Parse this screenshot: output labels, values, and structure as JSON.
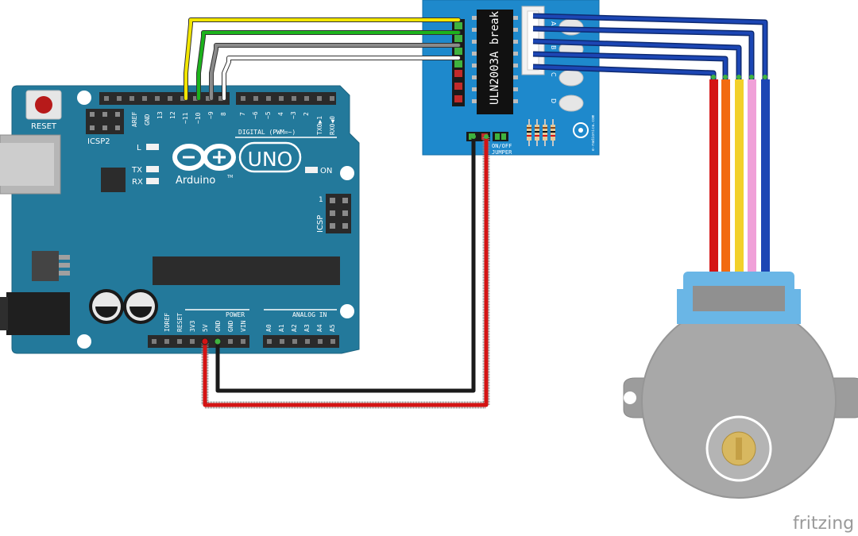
{
  "arduino": {
    "reset_label": "RESET",
    "icsp2_label": "ICSP2",
    "icsp_label": "ICSP",
    "icsp_pin1": "1",
    "l_label": "L",
    "tx_label": "TX",
    "rx_label": "RX",
    "on_label": "ON",
    "logo_name": "Arduino",
    "logo_tm": "TM",
    "uno_label": "UNO",
    "digital_label": "DIGITAL (PWM=~)",
    "aref": "AREF",
    "gnd_top": "GND",
    "pin13": "13",
    "pin12": "12",
    "pin11": "~11",
    "pin10": "~10",
    "pin9": "~9",
    "pin8": "8",
    "pin7": "7",
    "pin6": "~6",
    "pin5": "~5",
    "pin4": "4",
    "pin3": "~3",
    "pin2": "2",
    "pin1": "TX0▶1",
    "pin0": "RX0◀0",
    "power_label": "POWER",
    "analog_label": "ANALOG IN",
    "ioref": "IOREF",
    "reset_pin": "RESET",
    "v33": "3V3",
    "v5": "5V",
    "gnd_a": "GND",
    "gnd_b": "GND",
    "vin": "VIN",
    "a0": "A0",
    "a1": "A1",
    "a2": "A2",
    "a3": "A3",
    "a4": "A4",
    "a5": "A5"
  },
  "driver": {
    "chip_label": "ULN2003A break",
    "led_a": "A",
    "led_b": "B",
    "led_c": "C",
    "led_d": "D",
    "jumper_on_off": "ON/OFF",
    "jumper_label": "JUMPER",
    "brand": "e-radionica.com"
  },
  "watermark": {
    "text": "fritzing"
  },
  "colors": {
    "board": "#23799b",
    "driver": "#1e89cc",
    "wire_yellow": "#f2e600",
    "wire_green": "#1cb31c",
    "wire_gray": "#8a8a8a",
    "wire_white": "#ffffff",
    "wire_red": "#d41414",
    "wire_black": "#1a1a1a",
    "wire_orange": "#f26b10",
    "wire_pink": "#f0a0d8",
    "wire_blue": "#1c46b4",
    "motor_body": "#a8a8a8",
    "motor_cap": "#6ab6e6"
  }
}
